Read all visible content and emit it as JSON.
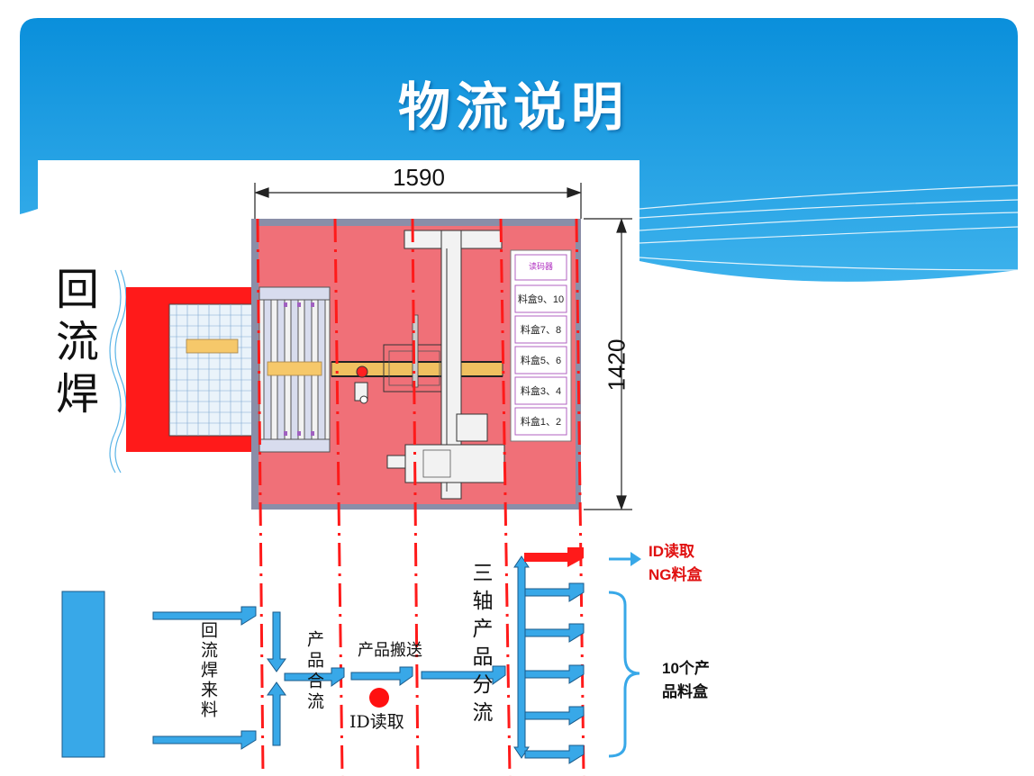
{
  "slide": {
    "title": "物流说明",
    "colors": {
      "header_top": "#0A8FDB",
      "header_bottom": "#36AEEA",
      "red": "#FF1A1A",
      "pink": "#F07078",
      "blue_arrow": "#38A8E8"
    }
  },
  "drawing": {
    "width_dim": "1590",
    "height_dim": "1420",
    "reflow_label": "回流焊",
    "panel_title": "读码器",
    "boxes": [
      "料盒9、10",
      "料盒7、8",
      "料盒5、6",
      "料盒3、4",
      "料盒1、2"
    ]
  },
  "flow": {
    "reflow_feed": "回流焊来料",
    "merge": "产品合流",
    "transport": "产品搬送",
    "id_read": "ID读取",
    "split": "三轴产品分流",
    "ng_label_1": "ID读取",
    "ng_label_2": "NG料盒",
    "product_boxes_1": "10个产",
    "product_boxes_2": "品料盒"
  }
}
